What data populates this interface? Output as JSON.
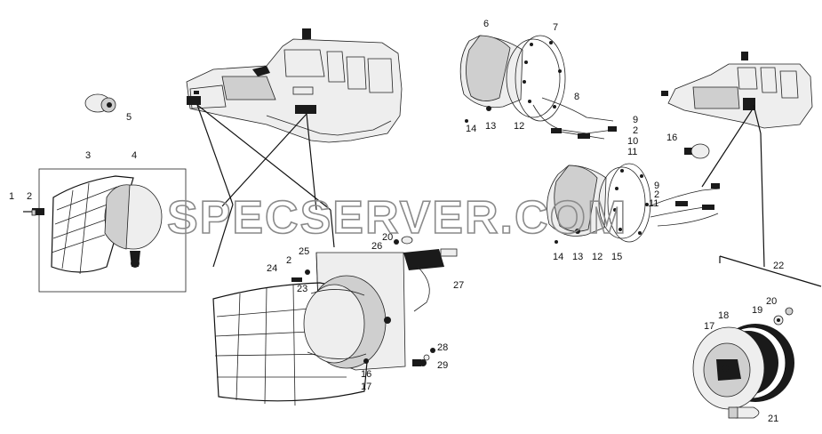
{
  "watermark": "SPECSERVER.COM",
  "callouts": {
    "c1": "1",
    "c2": "2",
    "c3": "3",
    "c4": "4",
    "c5": "5",
    "c6": "6",
    "c7": "7",
    "c8": "8",
    "c9a": "9",
    "c2b": "2",
    "c10": "10",
    "c11": "11",
    "c12": "12",
    "c13": "13",
    "c14": "14",
    "c16": "16",
    "c9b": "9",
    "c2c": "2",
    "c11b": "11",
    "c14b": "14",
    "c13b": "13",
    "c12b": "12",
    "c15": "15",
    "c22": "22",
    "c20": "20",
    "c26": "26",
    "c25": "25",
    "c2d": "2",
    "c24": "24",
    "c23": "23",
    "c27": "27",
    "c28": "28",
    "c29": "29",
    "c16b": "16",
    "c17": "17",
    "c20b": "20",
    "c19": "19",
    "c18": "18",
    "c17b": "17",
    "c21": "21"
  }
}
